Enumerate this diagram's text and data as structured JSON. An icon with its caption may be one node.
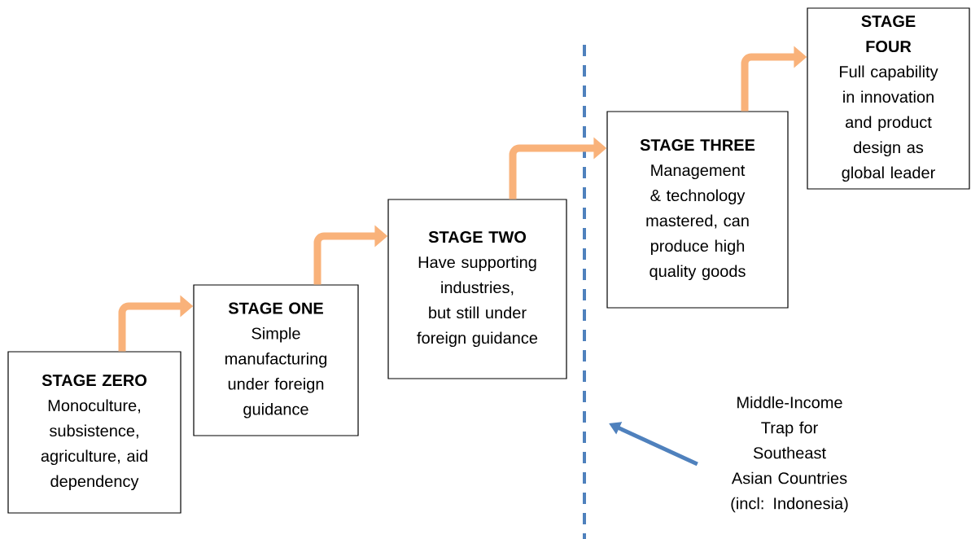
{
  "diagram": {
    "nodes": [
      {
        "text": [
          "STAGE ZERO",
          "Monoculture, subsistence, agriculture, aid dependency"
        ]
      },
      {
        "text": [
          "STAGE ONE",
          "Simple manufacturing under foreign guidance"
        ]
      },
      {
        "text": [
          "STAGE TWO",
          "Have supporting industries, but still under foreign guidance"
        ]
      },
      {
        "text": [
          "STAGE THREE",
          "Management & technology mastered, can produce high quality goods"
        ]
      },
      {
        "text": [
          "STAGE FOUR",
          "Full capability in innovation and product design as global leader"
        ]
      },
      {
        "text": [
          "Middle-Income Trap for Southeast Asian Countries (incl: Indonesia)"
        ]
      }
    ],
    "edges": [
      {
        "from": 0,
        "to": 1,
        "arrow": "to"
      },
      {
        "from": 1,
        "to": 2,
        "arrow": "to"
      },
      {
        "from": 2,
        "to": 3,
        "arrow": "to"
      },
      {
        "from": 3,
        "to": 4,
        "arrow": "to"
      },
      {
        "from": 5,
        "to": null,
        "arrow": "to",
        "color": "#4f81bd"
      }
    ]
  }
}
